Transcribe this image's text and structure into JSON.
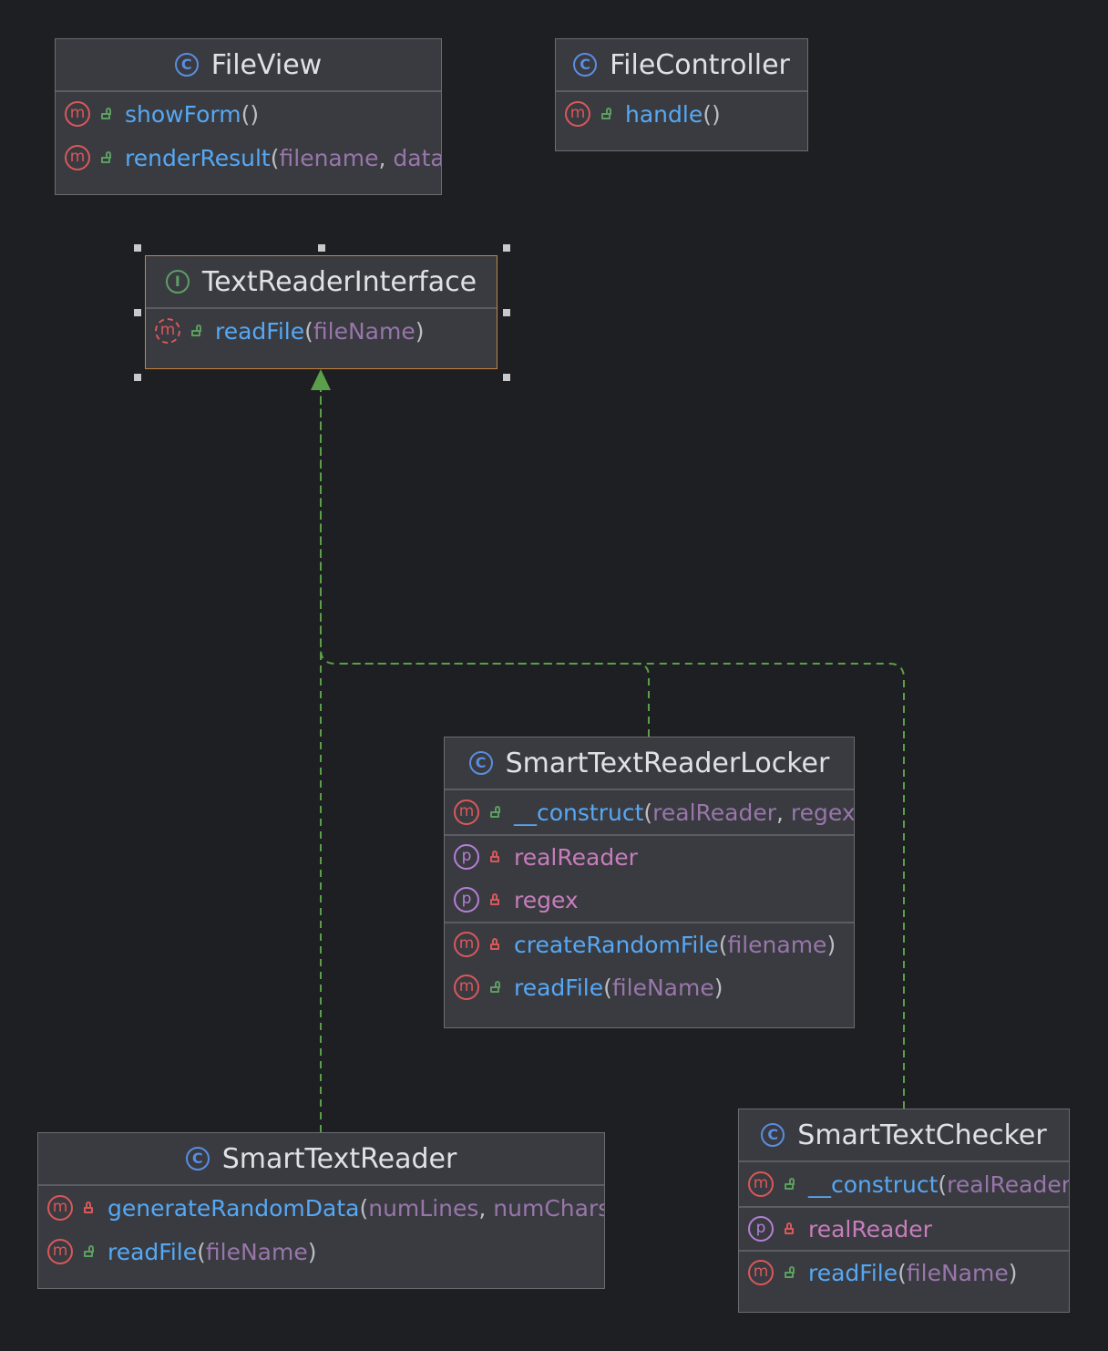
{
  "colors": {
    "background": "#1e1f22",
    "node_fill": "#393b40",
    "node_border": "#6a6c72",
    "selected_border": "#c8843a",
    "relation_line": "#5c9f4b",
    "method_name": "#56a8f5",
    "property_name": "#c77dbb",
    "parameter": "#9876aa"
  },
  "nodes": {
    "file_view": {
      "kind_icon": "class-icon",
      "kind_glyph": "C",
      "name": "FileView",
      "members": [
        {
          "icon": "method-icon",
          "glyph": "m",
          "visibility": "public",
          "name": "showForm",
          "open": "(",
          "params": [],
          "close": ")"
        },
        {
          "icon": "method-icon",
          "glyph": "m",
          "visibility": "public",
          "name": "renderResult",
          "open": "(",
          "params": [
            "filename",
            "data"
          ],
          "close": ""
        }
      ]
    },
    "file_controller": {
      "kind_icon": "class-icon",
      "kind_glyph": "C",
      "name": "FileController",
      "members": [
        {
          "icon": "method-icon",
          "glyph": "m",
          "visibility": "public",
          "name": "handle",
          "open": "(",
          "params": [],
          "close": ")"
        }
      ]
    },
    "text_reader_interface": {
      "kind_icon": "interface-icon",
      "kind_glyph": "I",
      "name": "TextReaderInterface",
      "members": [
        {
          "icon": "abstract-method-icon",
          "glyph": "m",
          "visibility": "public",
          "name": "readFile",
          "open": "(",
          "params": [
            "fileName"
          ],
          "close": ")"
        }
      ]
    },
    "smart_text_reader_locker": {
      "kind_icon": "class-icon",
      "kind_glyph": "C",
      "name": "SmartTextReaderLocker",
      "members": [
        {
          "icon": "method-icon",
          "glyph": "m",
          "visibility": "public",
          "name": "__construct",
          "open": "(",
          "params": [
            "realReader",
            "regex"
          ],
          "close": ""
        },
        {
          "icon": "property-icon",
          "glyph": "p",
          "visibility": "private",
          "name": "realReader",
          "separator_before": true
        },
        {
          "icon": "property-icon",
          "glyph": "p",
          "visibility": "private",
          "name": "regex"
        },
        {
          "icon": "method-icon",
          "glyph": "m",
          "visibility": "private",
          "name": "createRandomFile",
          "open": "(",
          "params": [
            "filename"
          ],
          "close": ")",
          "separator_before": true
        },
        {
          "icon": "method-icon",
          "glyph": "m",
          "visibility": "public",
          "name": "readFile",
          "open": "(",
          "params": [
            "fileName"
          ],
          "close": ")"
        }
      ]
    },
    "smart_text_reader": {
      "kind_icon": "class-icon",
      "kind_glyph": "C",
      "name": "SmartTextReader",
      "members": [
        {
          "icon": "method-icon",
          "glyph": "m",
          "visibility": "private",
          "name": "generateRandomData",
          "open": "(",
          "params": [
            "numLines",
            "numChars"
          ],
          "close": ""
        },
        {
          "icon": "method-icon",
          "glyph": "m",
          "visibility": "public",
          "name": "readFile",
          "open": "(",
          "params": [
            "fileName"
          ],
          "close": ")"
        }
      ]
    },
    "smart_text_checker": {
      "kind_icon": "class-icon",
      "kind_glyph": "C",
      "name": "SmartTextChecker",
      "members": [
        {
          "icon": "method-icon",
          "glyph": "m",
          "visibility": "public",
          "name": "__construct",
          "open": "(",
          "params": [
            "realReader"
          ],
          "close": ""
        },
        {
          "icon": "property-icon",
          "glyph": "p",
          "visibility": "private",
          "name": "realReader",
          "separator_before": true
        },
        {
          "icon": "method-icon",
          "glyph": "m",
          "visibility": "public",
          "name": "readFile",
          "open": "(",
          "params": [
            "fileName"
          ],
          "close": ")",
          "separator_before": true
        }
      ]
    }
  },
  "relations": [
    {
      "type": "realization",
      "from": "SmartTextReader",
      "to": "TextReaderInterface"
    },
    {
      "type": "realization",
      "from": "SmartTextReaderLocker",
      "to": "TextReaderInterface"
    },
    {
      "type": "realization",
      "from": "SmartTextChecker",
      "to": "TextReaderInterface"
    }
  ],
  "selected_node": "TextReaderInterface"
}
